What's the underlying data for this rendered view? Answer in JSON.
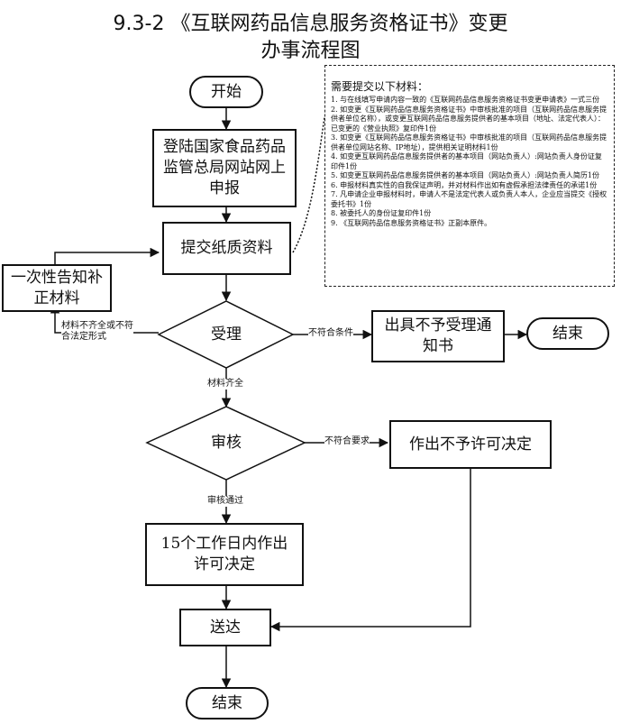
{
  "title": {
    "line1": "9.3-2 《互联网药品信息服务资格证书》变更",
    "line2": "办事流程图"
  },
  "nodes": {
    "start": "开始",
    "online_apply": "登陆国家食品药品监管总局网站网上申报",
    "submit_paper": "提交纸质资料",
    "supplement": "一次性告知补正材料",
    "accept": "受理",
    "reject_notice": "出具不予受理通知书",
    "end_reject": "结束",
    "review": "审核",
    "deny_decision": "作出不予许可决定",
    "approve_decision": "15个工作日内作出许可决定",
    "deliver": "送达",
    "end": "结束"
  },
  "edge_labels": {
    "incomplete": "材料不齐全或不符合法定形式",
    "not_qualified": "不符合条件",
    "complete": "材料齐全",
    "not_meet": "不符合要求",
    "passed": "审核通过"
  },
  "notes": {
    "heading": "需要提交以下材料：",
    "items": [
      "1. 与在线填写申请内容一致的《互联网药品信息服务资格证书变更申请表》一式三份",
      "2. 如变更《互联网药品信息服务资格证书》中审核批准的项目（互联网药品信息服务提供者单位名称），或变更互联网药品信息服务提供者的基本项目（地址、法定代表人）：已变更的《营业执照》复印件1份",
      "3. 如变更《互联网药品信息服务资格证书》中审核批准的项目（互联网药品信息服务提供者单位网站名称、IP地址），提供相关证明材料1份",
      "4. 如变更互联网药品信息服务提供者的基本项目（网站负责人）:网站负责人身份证复印件1份",
      "5. 如变更互联网药品信息服务提供者的基本项目（网站负责人）:网站负责人简历1份",
      "6. 申报材料真实性的自我保证声明，并对材料作出如有虚假承担法律责任的承诺1份",
      "7. 凡申请企业申报材料时，申请人不是法定代表人或负责人本人，企业应当提交《授权委托书》1份",
      "8. 被委托人的身份证复印件1份",
      "9. 《互联网药品信息服务资格证书》正副本原件。"
    ]
  }
}
